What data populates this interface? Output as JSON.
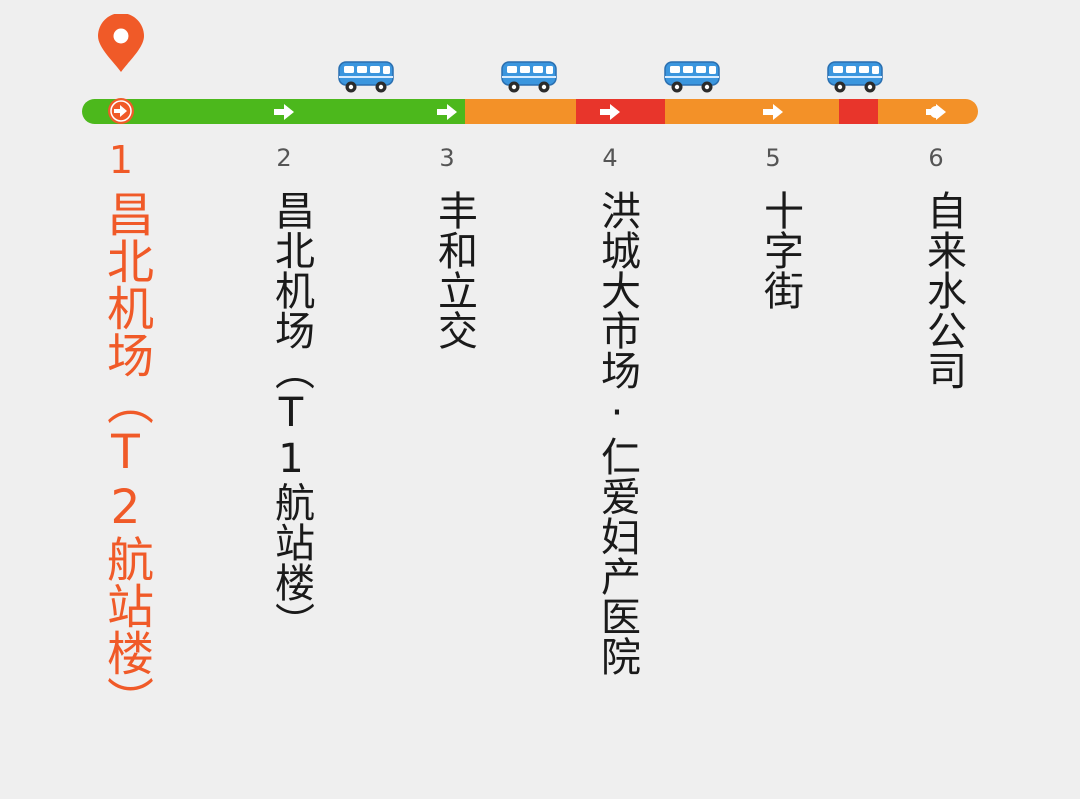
{
  "colors": {
    "background": "#efefef",
    "smooth": "#4cb81c",
    "slow": "#f39128",
    "congested": "#e8352b",
    "current_stop": "#f05a28",
    "bus": "#3b96de"
  },
  "route": {
    "segments": [
      {
        "from": 0.0,
        "to": 0.427,
        "status": "smooth"
      },
      {
        "from": 0.427,
        "to": 0.551,
        "status": "slow"
      },
      {
        "from": 0.551,
        "to": 0.651,
        "status": "congested"
      },
      {
        "from": 0.651,
        "to": 0.845,
        "status": "slow"
      },
      {
        "from": 0.845,
        "to": 0.888,
        "status": "congested"
      },
      {
        "from": 0.888,
        "to": 1.0,
        "status": "slow"
      }
    ],
    "stops": [
      {
        "num": "1",
        "name": "昌北机场（T2航站楼）",
        "current": true
      },
      {
        "num": "2",
        "name": "昌北机场（T1航站楼）",
        "current": false
      },
      {
        "num": "3",
        "name": "丰和立交",
        "current": false
      },
      {
        "num": "4",
        "name": "洪城大市场·仁爱妇产医院",
        "current": false
      },
      {
        "num": "5",
        "name": "十字街",
        "current": false
      },
      {
        "num": "6",
        "name": "自来水公司",
        "current": false
      }
    ],
    "direction_arrows": [
      1,
      2,
      3,
      4,
      5
    ],
    "buses_between": [
      2.5,
      3.5,
      4.5,
      5.5
    ],
    "icons": {
      "current": "location-pin-icon",
      "bus": "bus-icon",
      "arrow": "arrow-right-icon",
      "end": "dot-icon"
    }
  }
}
